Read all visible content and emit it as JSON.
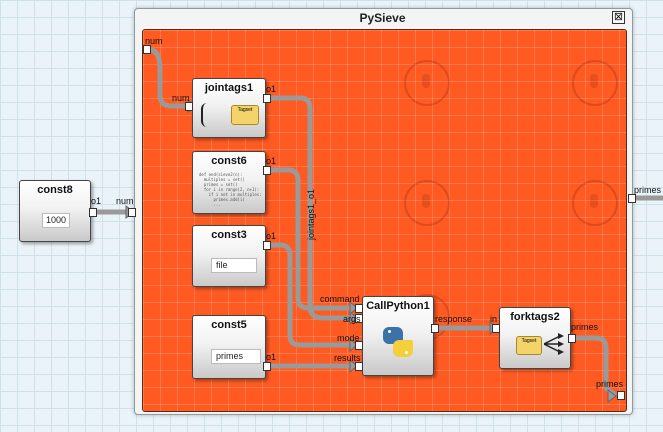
{
  "window": {
    "title": "PySieve",
    "close_glyph": "⊠"
  },
  "outer": {
    "const8": {
      "title": "const8",
      "value": "1000",
      "out_port": "o1"
    },
    "subflow_in_port": "num",
    "subflow_out_port": "primes"
  },
  "inner": {
    "in_port_label": "num",
    "jointags": {
      "title": "jointags1",
      "in_port": "num",
      "out_port": "o1",
      "badge": "Tagset"
    },
    "const6": {
      "title": "const6",
      "out_port": "o1",
      "code": "def end(sieve2(n):\n  multiples = set()\n  primes = set()\n  for i in range(2, n+1):\n    if i not in multiples:\n      primes.add(i)\n      ..."
    },
    "const3": {
      "title": "const3",
      "value": "file",
      "out_port": "o1"
    },
    "const5": {
      "title": "const5",
      "value": "primes",
      "out_port": "o1"
    },
    "callpython": {
      "title": "CallPython1",
      "in_ports": [
        "command",
        "args",
        "mode",
        "results"
      ],
      "out_port": "response"
    },
    "forktags": {
      "title": "forktags2",
      "in_port": "in",
      "out_port": "primes",
      "badge": "Tagset"
    },
    "wire_label": "jointags1_o1",
    "out_port_label": "primes"
  }
}
